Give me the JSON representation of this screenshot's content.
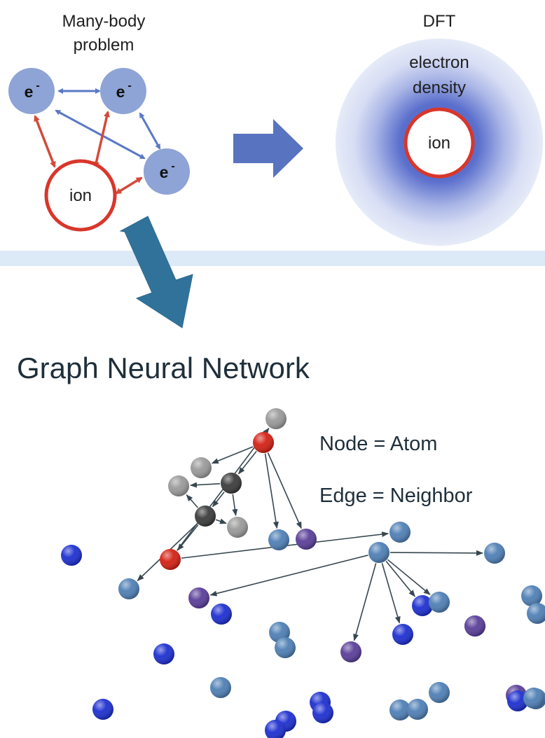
{
  "top": {
    "many_body_title_line1": "Many-body",
    "many_body_title_line2": "problem",
    "dft_title": "DFT",
    "electron_label": "e",
    "electron_superscript": "-",
    "ion_label": "ion",
    "density_label_line1": "electron",
    "density_label_line2": "density"
  },
  "bottom": {
    "title": "Graph Neural Network",
    "legend_node": "Node = Atom",
    "legend_edge": "Edge = Neighbor"
  },
  "colors": {
    "electron_fill": "#8ea3d6",
    "ion_ring": "#d9362b",
    "repulsion_arrow": "#5a79c6",
    "attraction_arrow": "#d34a3a",
    "transform_arrow": "#5873bf",
    "down_arrow": "#31729a",
    "density_core": "#4b5fc4",
    "divider": "#dce9f7",
    "edge": "#37474f",
    "text_dark": "#1f2f3a"
  },
  "graph": {
    "atom_types": {
      "H": "#9a9a9a",
      "C": "#3b3b3b",
      "O": "#d42014",
      "Li": "#4f7fb5",
      "Mn": "#1d2fd0",
      "P": "#5a3e99"
    },
    "atoms": [
      {
        "id": "h1",
        "type": "H"
      },
      {
        "id": "o1",
        "type": "O"
      },
      {
        "id": "h2",
        "type": "H"
      },
      {
        "id": "c1",
        "type": "C"
      },
      {
        "id": "h3",
        "type": "H"
      },
      {
        "id": "c2",
        "type": "C"
      },
      {
        "id": "h4",
        "type": "H"
      },
      {
        "id": "o2",
        "type": "O"
      },
      {
        "id": "b1",
        "type": "Li"
      },
      {
        "id": "p1",
        "type": "P"
      },
      {
        "id": "b2",
        "type": "Li"
      },
      {
        "id": "p2",
        "type": "P"
      },
      {
        "id": "b3",
        "type": "Li"
      },
      {
        "id": "b4",
        "type": "Li"
      },
      {
        "id": "b5",
        "type": "Li"
      },
      {
        "id": "d1",
        "type": "Mn"
      },
      {
        "id": "p3",
        "type": "P"
      },
      {
        "id": "d2",
        "type": "Mn"
      },
      {
        "id": "b6",
        "type": "Li"
      },
      {
        "id": "d3",
        "type": "Mn"
      },
      {
        "id": "d4",
        "type": "Mn"
      },
      {
        "id": "b7",
        "type": "Li"
      },
      {
        "id": "d5",
        "type": "Mn"
      },
      {
        "id": "b8",
        "type": "Li"
      },
      {
        "id": "b9",
        "type": "Li"
      },
      {
        "id": "d6",
        "type": "Mn"
      },
      {
        "id": "d7",
        "type": "Mn"
      },
      {
        "id": "b10",
        "type": "Li"
      },
      {
        "id": "p4",
        "type": "P"
      },
      {
        "id": "d8",
        "type": "Mn"
      },
      {
        "id": "b11",
        "type": "Li"
      },
      {
        "id": "b12",
        "type": "Li"
      },
      {
        "id": "d9",
        "type": "Mn"
      },
      {
        "id": "d10",
        "type": "Mn"
      },
      {
        "id": "b13",
        "type": "Li"
      },
      {
        "id": "b14",
        "type": "Li"
      },
      {
        "id": "b15",
        "type": "Li"
      },
      {
        "id": "p5",
        "type": "P"
      },
      {
        "id": "d11",
        "type": "Mn"
      },
      {
        "id": "d12",
        "type": "Mn"
      },
      {
        "id": "b16",
        "type": "Li"
      },
      {
        "id": "b17",
        "type": "Li"
      }
    ],
    "edges": [
      [
        "o1",
        "h2"
      ],
      [
        "o1",
        "c1"
      ],
      [
        "o1",
        "b1"
      ],
      [
        "o1",
        "p1"
      ],
      [
        "c1",
        "h3"
      ],
      [
        "c1",
        "c2"
      ],
      [
        "c1",
        "h4"
      ],
      [
        "c2",
        "o2"
      ],
      [
        "c2",
        "h3"
      ],
      [
        "c2",
        "b2"
      ],
      [
        "c2",
        "h4"
      ],
      [
        "o2",
        "h1"
      ],
      [
        "o2",
        "b3"
      ],
      [
        "b4",
        "p2"
      ],
      [
        "b4",
        "b5"
      ],
      [
        "b4",
        "p3"
      ],
      [
        "b4",
        "d2"
      ],
      [
        "b4",
        "b6"
      ],
      [
        "b4",
        "d3"
      ]
    ]
  }
}
